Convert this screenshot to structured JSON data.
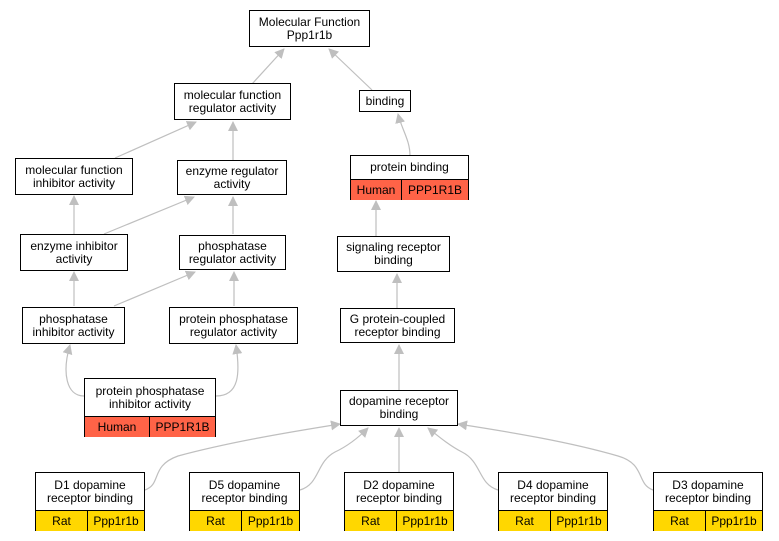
{
  "colors": {
    "human": "#FF6347",
    "rat": "#FFD700",
    "edge": "#BFBFBF"
  },
  "nodes": {
    "root": {
      "title": "Molecular Function\nPpp1r1b"
    },
    "mfra": {
      "title": "molecular function\nregulator activity"
    },
    "binding": {
      "title": "binding"
    },
    "mfia": {
      "title": "molecular function\ninhibitor activity"
    },
    "era": {
      "title": "enzyme regulator\nactivity"
    },
    "pb": {
      "title": "protein binding",
      "species": "Human",
      "gene": "PPP1R1B"
    },
    "eia": {
      "title": "enzyme inhibitor\nactivity"
    },
    "phra": {
      "title": "phosphatase\nregulator activity"
    },
    "srb": {
      "title": "signaling receptor\nbinding"
    },
    "phia": {
      "title": "phosphatase\ninhibitor activity"
    },
    "pphra": {
      "title": "protein phosphatase\nregulator activity"
    },
    "gpcr": {
      "title": "G protein-coupled\nreceptor binding"
    },
    "ppia": {
      "title": "protein phosphatase\ninhibitor activity",
      "species": "Human",
      "gene": "PPP1R1B"
    },
    "drb": {
      "title": "dopamine receptor\nbinding"
    },
    "d1": {
      "title": "D1 dopamine\nreceptor binding",
      "species": "Rat",
      "gene": "Ppp1r1b"
    },
    "d5": {
      "title": "D5 dopamine\nreceptor binding",
      "species": "Rat",
      "gene": "Ppp1r1b"
    },
    "d2": {
      "title": "D2 dopamine\nreceptor binding",
      "species": "Rat",
      "gene": "Ppp1r1b"
    },
    "d4": {
      "title": "D4 dopamine\nreceptor binding",
      "species": "Rat",
      "gene": "Ppp1r1b"
    },
    "d3": {
      "title": "D3 dopamine\nreceptor binding",
      "species": "Rat",
      "gene": "Ppp1r1b"
    }
  }
}
